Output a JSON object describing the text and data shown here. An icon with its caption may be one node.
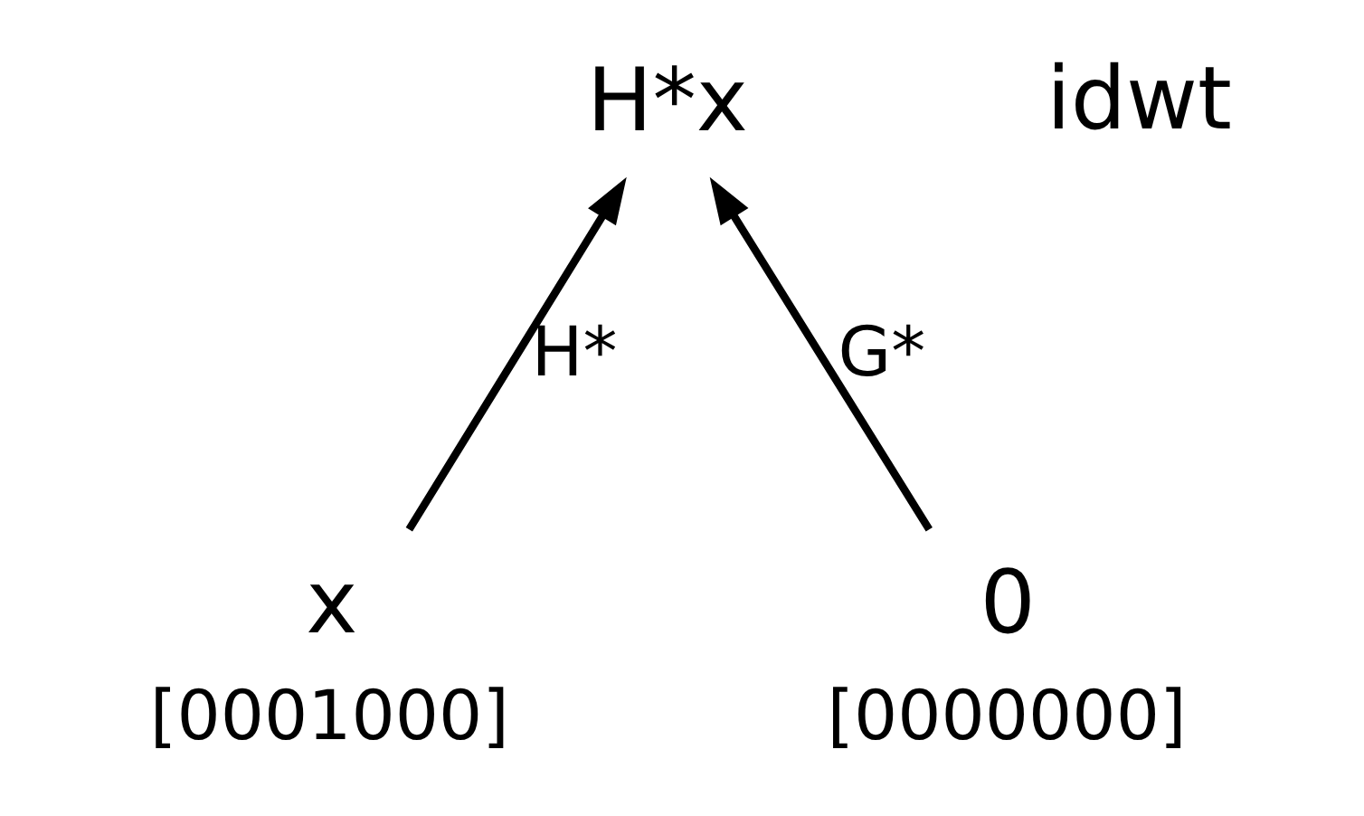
{
  "diagram": {
    "nodes": [
      {
        "text": [
          "H*x"
        ]
      },
      {
        "text": [
          "x"
        ],
        "beside": [
          "[0001000]"
        ]
      },
      {
        "text": [
          "0"
        ],
        "beside": [
          "[0000000]"
        ]
      }
    ],
    "edges": [
      {
        "from": 1,
        "to": 0,
        "arrow": "to",
        "label": "H*"
      },
      {
        "from": 2,
        "to": 0,
        "arrow": "to",
        "label": "G*"
      }
    ],
    "labels": [
      "idwt"
    ]
  }
}
